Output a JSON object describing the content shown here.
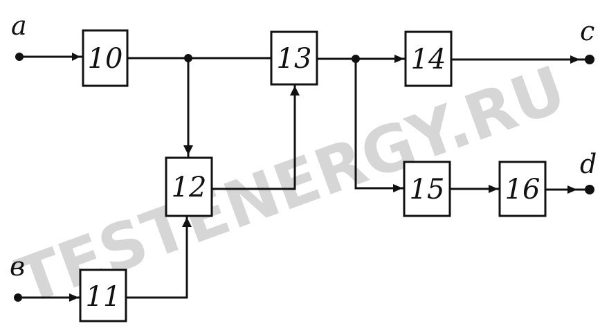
{
  "colors": {
    "ink": "#111111",
    "paper": "#ffffff",
    "watermark": "#c8c8c8"
  },
  "terminals": {
    "a": "a",
    "b": "в",
    "c": "c",
    "d": "d"
  },
  "blocks": {
    "b10": "10",
    "b11": "11",
    "b12": "12",
    "b13": "13",
    "b14": "14",
    "b15": "15",
    "b16": "16"
  },
  "watermark": "TESTENERGY.RU"
}
